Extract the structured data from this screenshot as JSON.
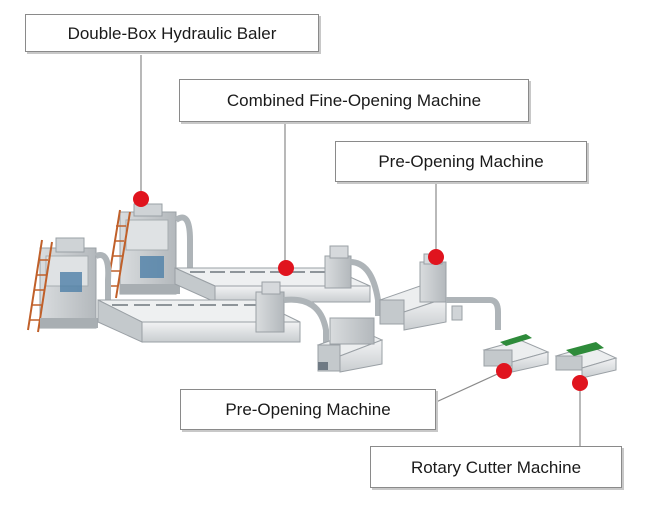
{
  "labels": {
    "double_box_baler": "Double-Box Hydraulic Baler",
    "combined_fine_opening": "Combined Fine-Opening Machine",
    "pre_opening_top": "Pre-Opening Machine",
    "pre_opening_bottom": "Pre-Opening Machine",
    "rotary_cutter": "Rotary Cutter Machine"
  },
  "colors": {
    "marker": "#e0141e",
    "leader": "#8a8a8a",
    "machine_body": "#e3e5e6",
    "machine_dark": "#6f7a84",
    "ladder": "#c0602a",
    "panel_blue": "#4d7fa8",
    "belt_green": "#2e8b3a"
  }
}
